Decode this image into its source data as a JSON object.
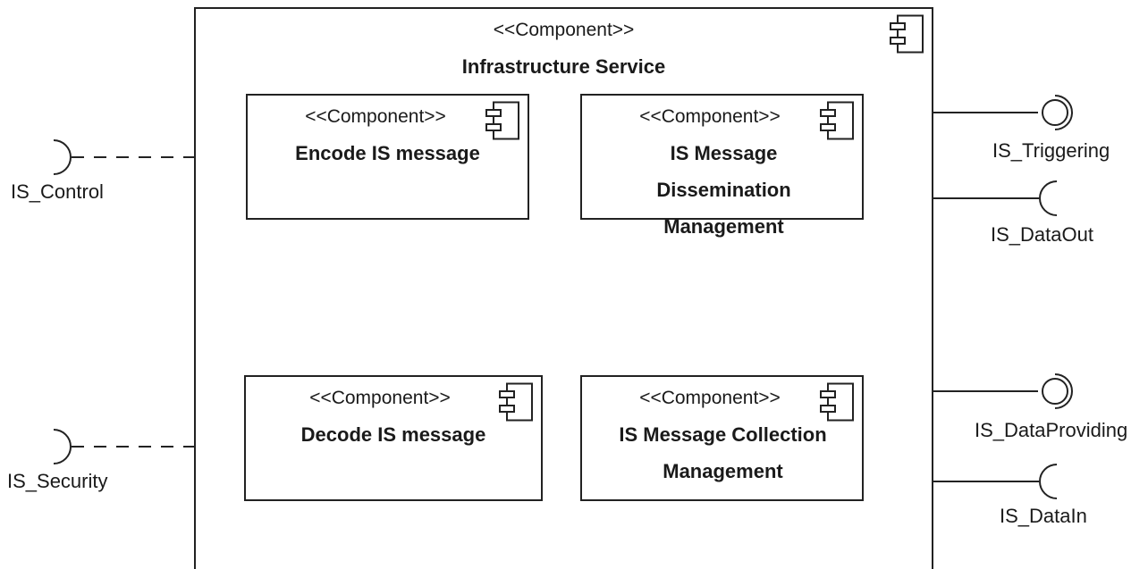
{
  "main_component": {
    "stereotype": "<<Component>>",
    "name": "Infrastructure Service"
  },
  "sub_components": [
    {
      "stereotype": "<<Component>>",
      "name": "Encode IS message"
    },
    {
      "stereotype": "<<Component>>",
      "name": "IS Message Dissemination Management"
    },
    {
      "stereotype": "<<Component>>",
      "name": "Decode IS message"
    },
    {
      "stereotype": "<<Component>>",
      "name": "IS Message Collection Management"
    }
  ],
  "required_ports_left": [
    {
      "label": "IS_Control"
    },
    {
      "label": "IS_Security"
    }
  ],
  "ports_right": [
    {
      "label": "IS_Triggering",
      "kind": "provided"
    },
    {
      "label": "IS_DataOut",
      "kind": "required"
    },
    {
      "label": "IS_DataProviding",
      "kind": "provided"
    },
    {
      "label": "IS_DataIn",
      "kind": "required"
    }
  ]
}
